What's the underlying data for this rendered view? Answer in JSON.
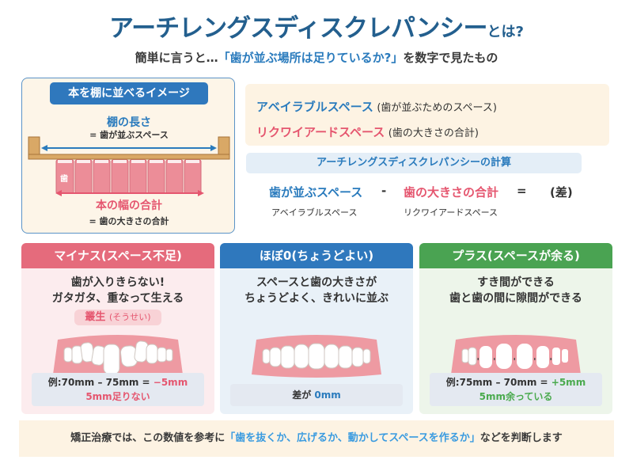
{
  "header": {
    "title": "アーチレングスディスクレパンシー",
    "title_suffix": "とは?",
    "subtitle_pre": "簡単に言うと…",
    "subtitle_highlight": "「歯が並ぶ場所は足りているか?」",
    "subtitle_post": "を数字で見たもの"
  },
  "shelf_illustration": {
    "badge": "本を棚に並べるイメージ",
    "shelf_length_label": "棚の長さ",
    "shelf_length_sub": "= 歯が並ぶスペース",
    "book_label": "歯",
    "book_count": 8,
    "book_total_label": "本の幅の合計",
    "book_total_sub": "= 歯の大きさの合計"
  },
  "definitions": {
    "available": {
      "term": "アベイラブルスペース",
      "desc": "(歯が並ぶためのスペース)"
    },
    "required": {
      "term": "リクワイアードスペース",
      "desc": "(歯の大きさの合計)"
    }
  },
  "calculation": {
    "banner": "アーチレングスディスクレパンシーの計算",
    "left_term": "歯が並ぶスペース",
    "minus": "-",
    "right_term": "歯の大きさの合計",
    "equals": "=",
    "result": "(差)",
    "left_sub": "アベイラブルスペース",
    "right_sub": "リクワイアードスペース"
  },
  "cards": {
    "minus": {
      "header": "マイナス(スペース不足)",
      "line1": "歯が入りきらない!",
      "line2": "ガタガタ、重なって生える",
      "tag": "叢生",
      "tag_reading": "(そうせい)",
      "example_pre": "例:70mm – 75mm = ",
      "example_value": "−5mm",
      "example_note": "5mm足りない"
    },
    "zero": {
      "header": "ほぼ0(ちょうどよい)",
      "line1": "スペースと歯の大きさが",
      "line2": "ちょうどよく、きれいに並ぶ",
      "example_pre": "差が ",
      "example_value": "0mm"
    },
    "plus": {
      "header": "プラス(スペースが余る)",
      "line1": "すき間ができる",
      "line2": "歯と歯の間に隙間ができる",
      "example_pre": "例:75mm – 70mm = ",
      "example_value": "+5mm",
      "example_note": "5mm余っている"
    }
  },
  "footer": {
    "pre": "矯正治療では、この数値を参考に",
    "highlight": "「歯を抜くか、広げるか、動かしてスペースを作るか」",
    "post": "などを判断します"
  },
  "colors": {
    "title_blue": "#235f8e",
    "accent_blue": "#2a7bbd",
    "accent_pink": "#e5566f",
    "accent_green": "#4aa352",
    "cream": "#fdf3e3"
  }
}
